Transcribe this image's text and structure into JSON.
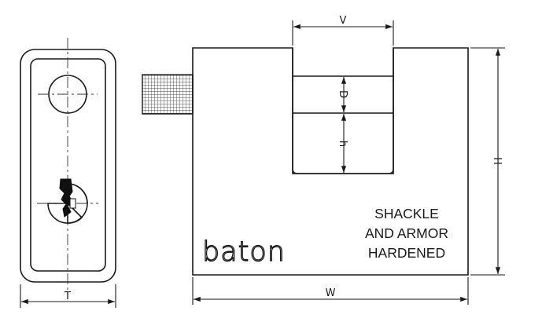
{
  "dimensions": {
    "shackle_width": "V",
    "shackle_diameter": "D",
    "shackle_clearance": "h",
    "height": "H",
    "width": "W",
    "thickness": "T"
  },
  "body_text": {
    "brand": "baton",
    "line1": "SHACKLE",
    "line2": "AND ARMOR",
    "line3": "HARDENED"
  }
}
